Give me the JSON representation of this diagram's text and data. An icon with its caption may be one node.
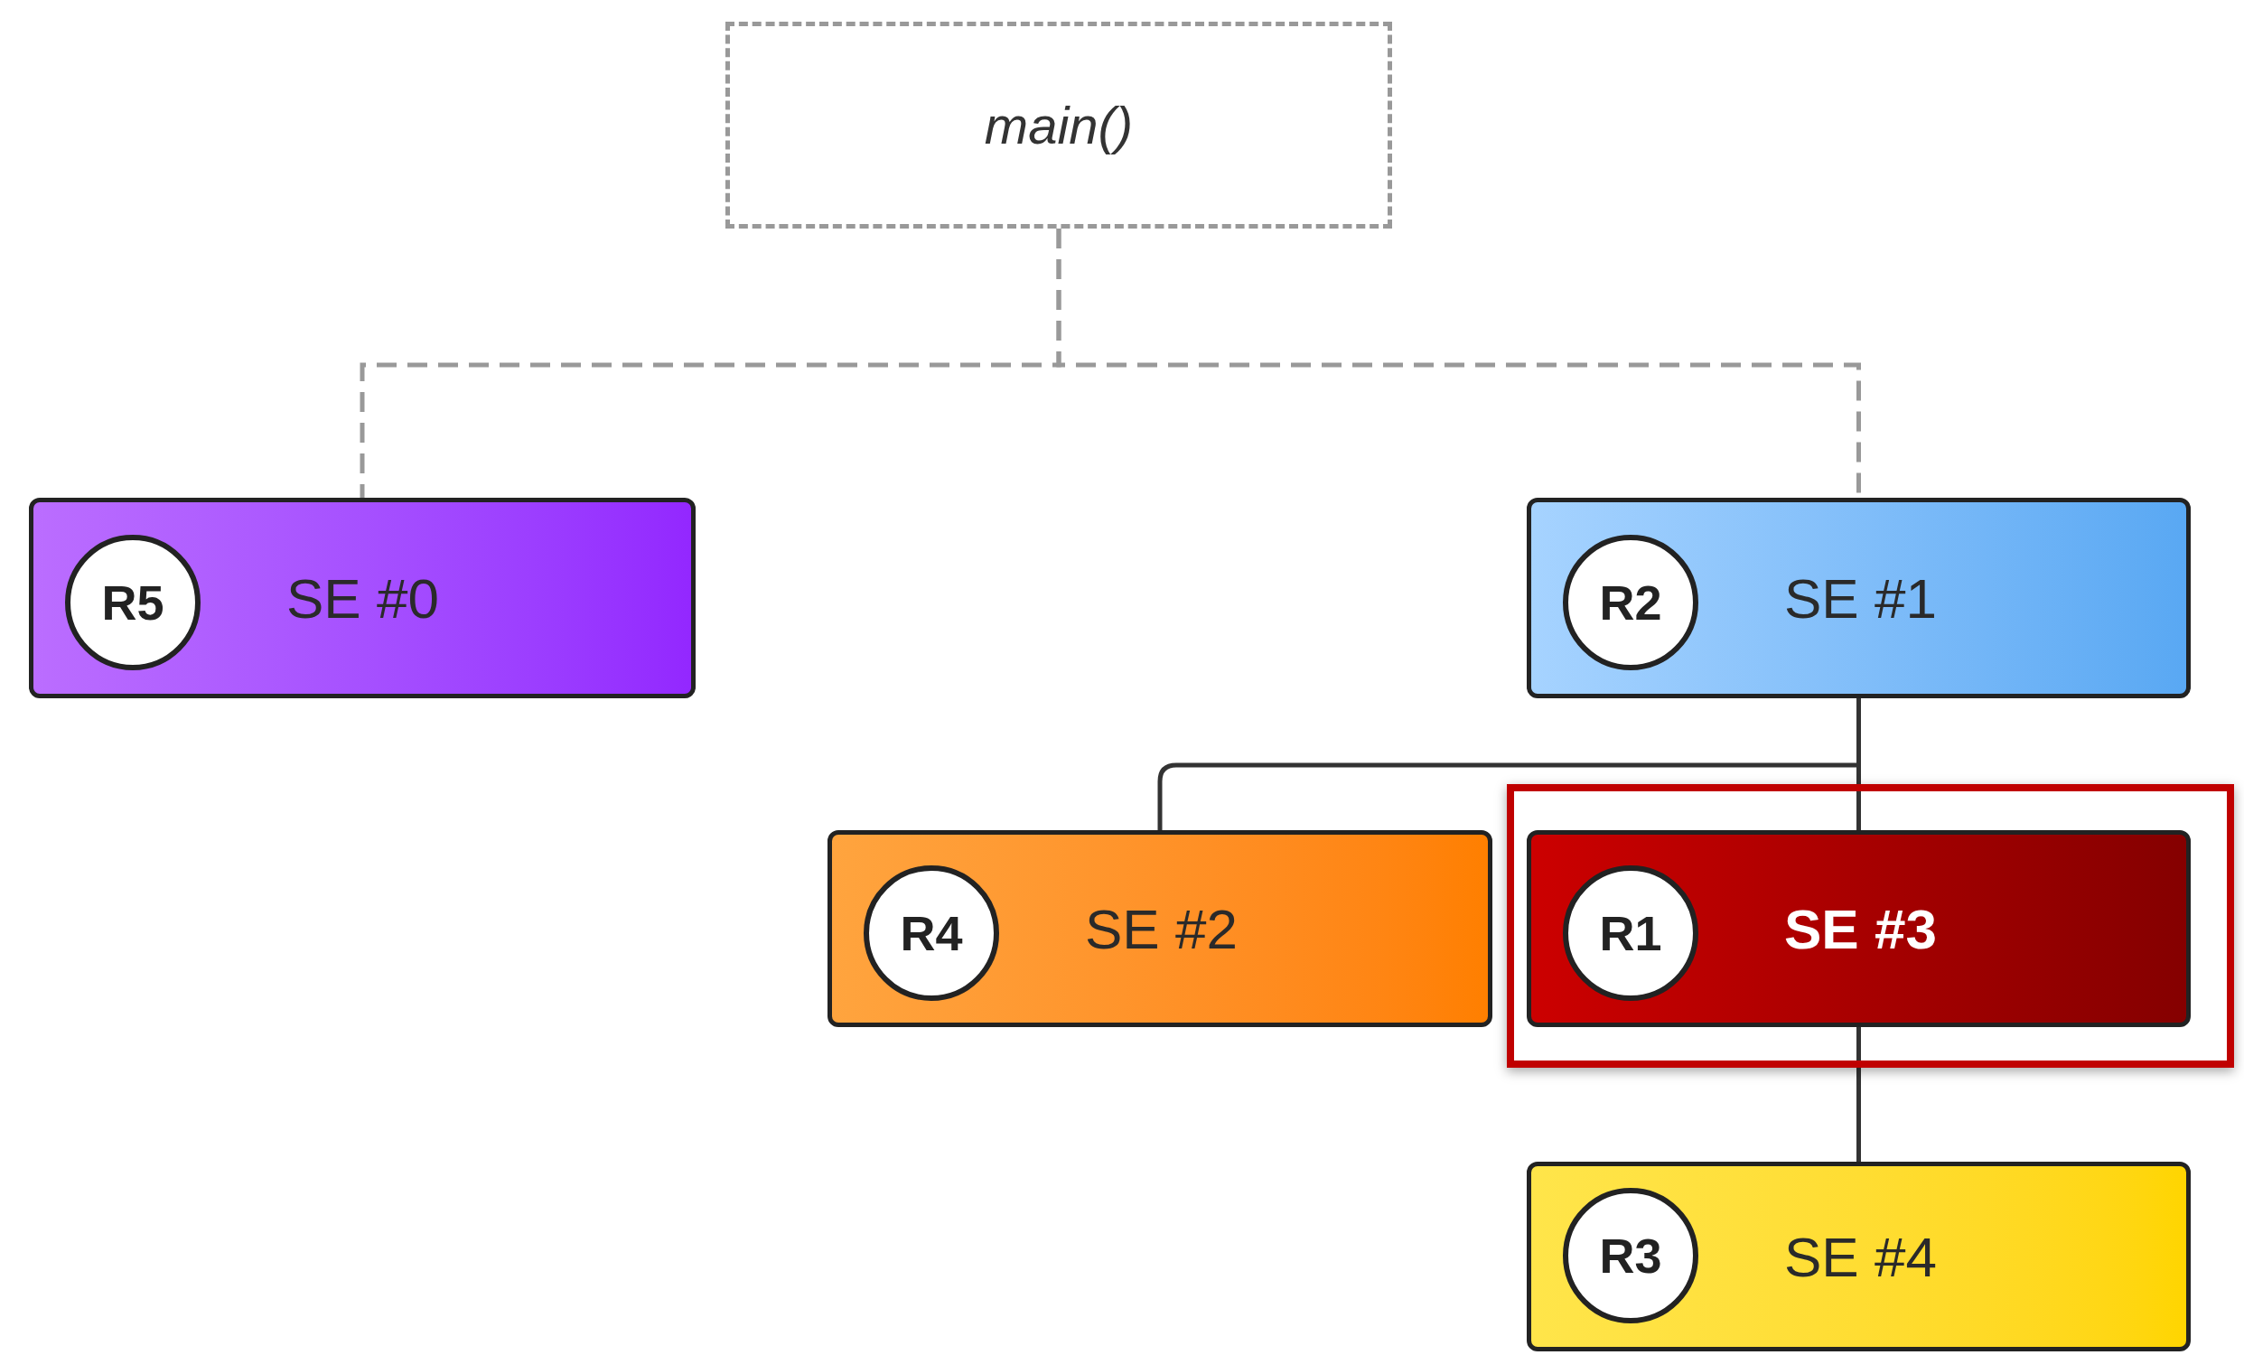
{
  "diagram": {
    "nodes": [
      {
        "text": [
          "main()"
        ]
      },
      {
        "text": [
          "SE #0"
        ]
      },
      {
        "text": [
          "R5"
        ],
        "in": 1
      },
      {
        "text": [
          "SE #1"
        ]
      },
      {
        "text": [
          "R2"
        ],
        "in": 3
      },
      {
        "text": [
          "SE #2"
        ]
      },
      {
        "text": [
          "R4"
        ],
        "in": 5
      },
      {
        "text": [],
        "shape": "box"
      },
      {
        "text": [
          "SE #3"
        ],
        "in": 7
      },
      {
        "text": [
          "R1"
        ],
        "in": 8
      },
      {
        "text": [
          "SE #4"
        ]
      },
      {
        "text": [
          "R3"
        ],
        "in": 10
      }
    ],
    "edges": [
      {
        "from": 0,
        "to": 1,
        "arrow": "none",
        "style": "dashed",
        "color": "#999999"
      },
      {
        "from": 0,
        "to": 3,
        "arrow": "none",
        "style": "dashed",
        "color": "#999999"
      },
      {
        "from": 3,
        "to": 5,
        "arrow": "none"
      },
      {
        "from": 3,
        "to": 8,
        "arrow": "none"
      },
      {
        "from": 8,
        "to": 10,
        "arrow": "none"
      }
    ]
  }
}
